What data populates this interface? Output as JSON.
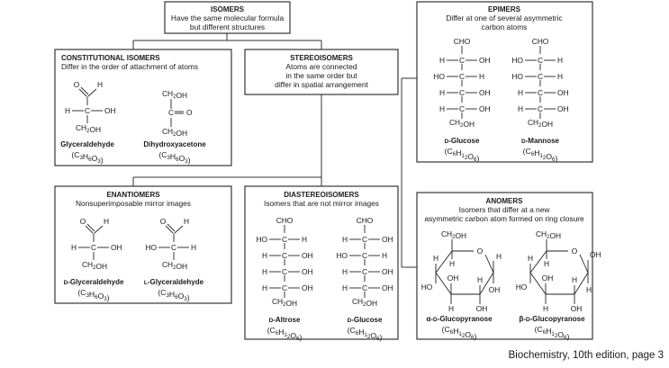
{
  "isomers": {
    "title": "ISOMERS",
    "desc": [
      "Have the same molecular formula",
      "but different structures"
    ]
  },
  "constitutional": {
    "title": "CONSTITUTIONAL ISOMERS",
    "desc": [
      "Differ in the order of attachment of atoms"
    ],
    "compounds": [
      {
        "name": "Glyceraldehyde",
        "formula": "(C3H6O3)"
      },
      {
        "name": "Dihydroxyacetone",
        "formula": "(C3H6O3)"
      }
    ]
  },
  "stereo": {
    "title": "STEREOISOMERS",
    "desc": [
      "Atoms are connected",
      "in the same order but",
      "differ in spatial arrangement"
    ]
  },
  "epimers": {
    "title": "EPIMERS",
    "desc": [
      "Differ at one of several asymmetric",
      "carbon atoms"
    ],
    "compounds": [
      {
        "name": "D-Glucose",
        "formula": "(C6H12O6)"
      },
      {
        "name": "D-Mannose",
        "formula": "(C6H12O6)"
      }
    ]
  },
  "enantiomers": {
    "title": "ENANTIOMERS",
    "desc": [
      "Nonsuperimposable mirror images"
    ],
    "compounds": [
      {
        "name": "D-Glyceraldehyde",
        "formula": "(C3H6O3)"
      },
      {
        "name": "L-Glyceraldehyde",
        "formula": "(C3H6O3)"
      }
    ]
  },
  "diastereo": {
    "title": "DIASTEREOISOMERS",
    "desc": [
      "Isomers that are not mirror images"
    ],
    "compounds": [
      {
        "name": "D-Altrose",
        "formula": "(C6H12O6)"
      },
      {
        "name": "D-Glucose",
        "formula": "(C6H12O6)"
      }
    ]
  },
  "anomers": {
    "title": "ANOMERS",
    "desc": [
      "Isomers that differ at a new",
      "asymmetric carbon atom formed on ring closure"
    ],
    "compounds": [
      {
        "name": "α-D-Glucopyranose",
        "formula": "(C6H12O6)"
      },
      {
        "name": "β-D-Glucopyranose",
        "formula": "(C6H12O6)"
      }
    ]
  },
  "labels": {
    "CHO": "CHO",
    "CH2OH": "CH2OH",
    "C": "C",
    "H": "H",
    "OH": "OH",
    "HO": "HO",
    "O": "O"
  },
  "citation": "Biochemistry, 10th edition, page 3"
}
